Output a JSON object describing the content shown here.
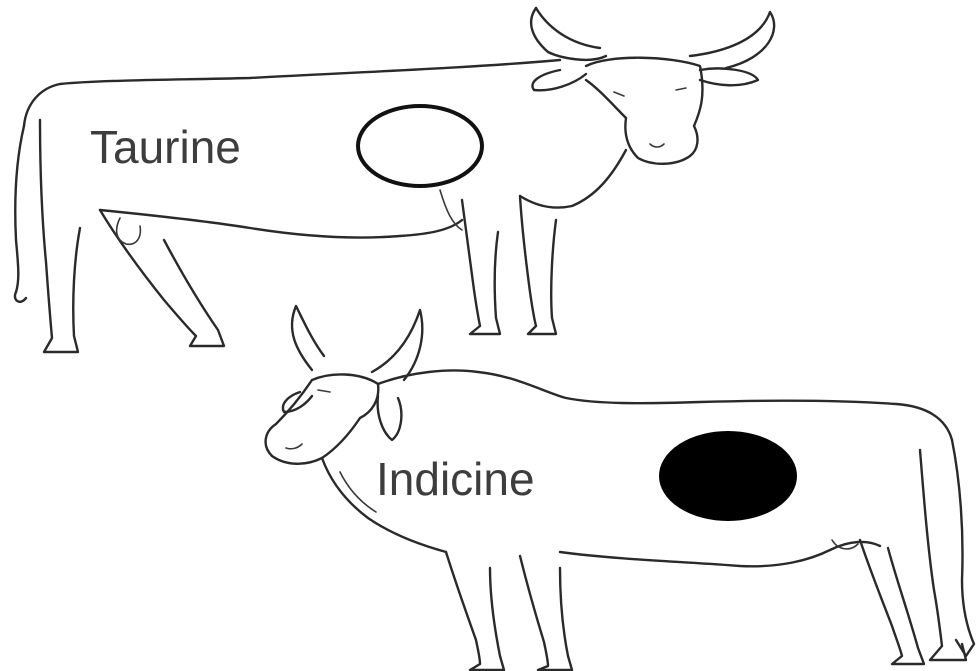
{
  "labels": {
    "taurine": "Taurine",
    "indicine": "Indicine"
  },
  "markers": {
    "taurine": {
      "style": "open circle",
      "fill": "#ffffff",
      "stroke": "#111111"
    },
    "indicine": {
      "style": "filled circle",
      "fill": "#000000",
      "stroke": "#000000"
    }
  }
}
